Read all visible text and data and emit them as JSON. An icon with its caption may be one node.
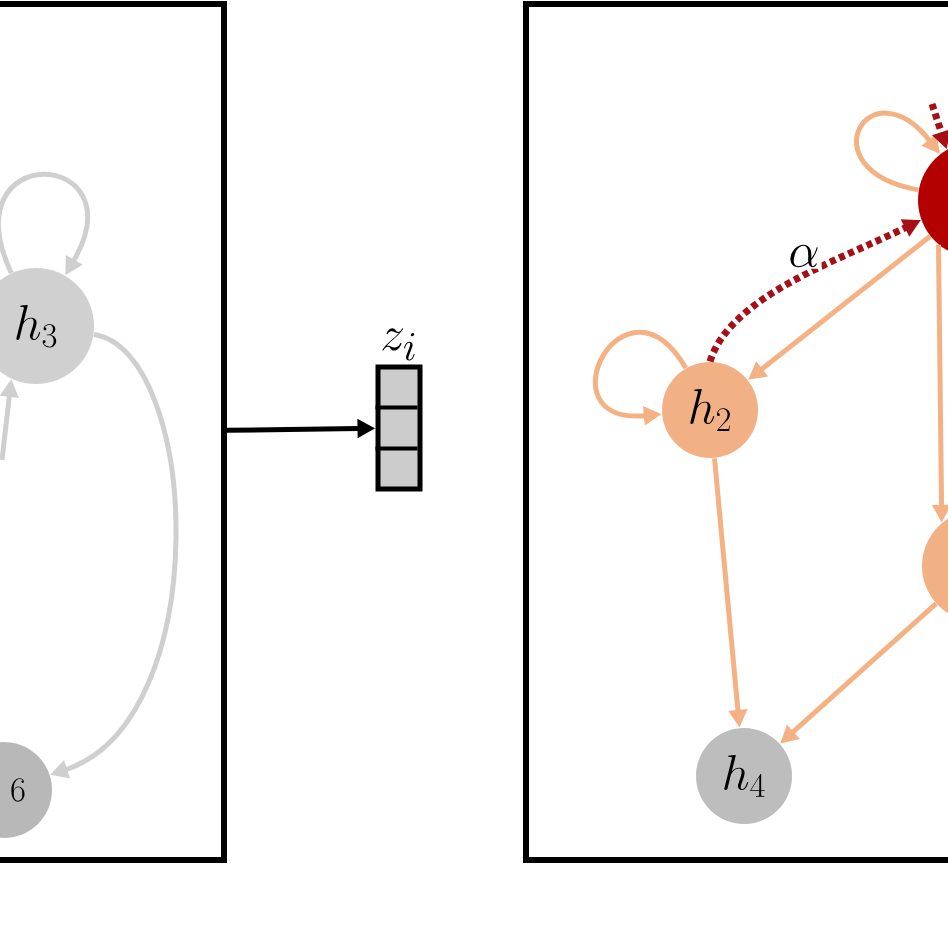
{
  "diagram": {
    "nodes": [
      {
        "text": [],
        "shape": "box"
      },
      {
        "text": [
          "h_3"
        ],
        "in": 0
      },
      {
        "text": [
          "6"
        ],
        "in": 0
      },
      {
        "text": [
          "z_i"
        ]
      },
      {
        "text": [],
        "shape": "box"
      },
      {
        "text": [],
        "shape": "circle",
        "in": 4
      },
      {
        "text": [
          "h_2"
        ],
        "in": 4
      },
      {
        "text": [],
        "shape": "circle",
        "in": 4
      },
      {
        "text": [
          "h_4"
        ],
        "in": 4
      }
    ],
    "edges": [
      {
        "from": 1,
        "to": 1,
        "arrow": "to",
        "color": "#cfcfcf"
      },
      {
        "from": 1,
        "to": 2,
        "arrow": "to",
        "color": "#cfcfcf"
      },
      {
        "from": null,
        "to": 1,
        "arrow": "to",
        "color": "#cfcfcf"
      },
      {
        "from": 0,
        "to": 3,
        "arrow": "to",
        "color": "#000000"
      },
      {
        "from": 5,
        "to": 5,
        "arrow": "to"
      },
      {
        "from": 6,
        "to": 5,
        "arrow": "to",
        "label": "\\alpha",
        "style": "dashed",
        "color": "#a50f15"
      },
      {
        "from": null,
        "to": 5,
        "arrow": "to",
        "style": "dashed",
        "color": "#a50f15"
      },
      {
        "from": 5,
        "to": 6,
        "arrow": "to"
      },
      {
        "from": 6,
        "to": 6,
        "arrow": "to"
      },
      {
        "from": 6,
        "to": 8,
        "arrow": "to"
      },
      {
        "from": 5,
        "to": 7,
        "arrow": "to"
      },
      {
        "from": 7,
        "to": 8,
        "arrow": "to"
      }
    ]
  }
}
